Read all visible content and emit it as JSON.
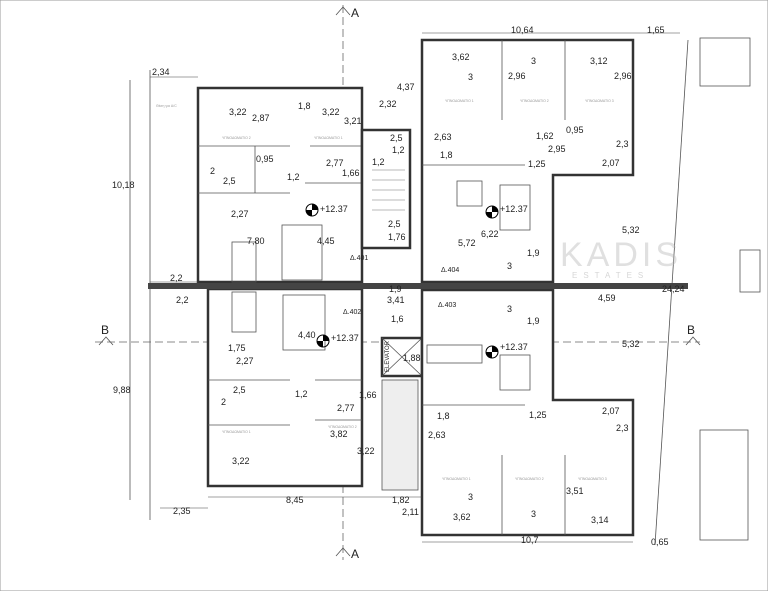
{
  "plan": {
    "section_labels": [
      "A",
      "A",
      "B",
      "B"
    ],
    "room_name": "ΥΠΝΟΔΩΜΑΤΙΟ",
    "room_labels": [
      "ΥΠΝΟΔΩΜΑΤΙΟ 2",
      "ΥΠΝΟΔΩΜΑΤΙΟ 1",
      "ΥΠΝΟΔΩΜΑΤΙΟ 1",
      "ΥΠΝΟΔΩΜΑΤΙΟ 2",
      "ΥΠΝΟΔΩΜΑΤΙΟ 3",
      "ΥΠΝΟΔΩΜΑΤΙΟ 2",
      "ΥΠΝΟΔΩΜΑΤΙΟ 1",
      "ΥΠΝΟΔΩΜΑΤΙΟ 1",
      "ΥΠΝΟΔΩΜΑΤΙΟ 2",
      "ΥΠΝΟΔΩΜΑΤΙΟ 3"
    ],
    "ac_label": "Θέση για A/C",
    "elevator_label": "ELEVATOR",
    "apartments": [
      "Δ.401",
      "Δ.402",
      "Δ.403",
      "Δ.404"
    ],
    "level_marks": [
      "+12.37",
      "+12.37",
      "+12.37",
      "+12.37"
    ],
    "dimensions": [
      "2,34",
      "3,22",
      "2,87",
      "1,8",
      "3,22",
      "3,21",
      "2,32",
      "4,37",
      "0,95",
      "2,77",
      "2",
      "2,5",
      "1,2",
      "1,66",
      "2,27",
      "7,80",
      "4,45",
      "10,18",
      "2,2",
      "2,5",
      "1,2",
      "1,2",
      "2,5",
      "1,76",
      "10,64",
      "1,65",
      "3,62",
      "3",
      "2,96",
      "3",
      "3,12",
      "2,96",
      "2,63",
      "1,8",
      "1,62",
      "0,95",
      "2,95",
      "1,25",
      "2,3",
      "2,07",
      "6,22",
      "5,72",
      "1,9",
      "3",
      "5,32",
      "24,24",
      "1,9",
      "3,41",
      "1,6",
      "1,88",
      "2,2",
      "1,75",
      "4,40",
      "2,27",
      "2,5",
      "2",
      "1,2",
      "2,77",
      "1,66",
      "3,82",
      "3,22",
      "3,22",
      "8,45",
      "1,82",
      "2,35",
      "9,88",
      "4,59",
      "3",
      "1,9",
      "5,32",
      "1,8",
      "2,63",
      "1,25",
      "2,07",
      "2,3",
      "3",
      "3,62",
      "3",
      "3,51",
      "3,14",
      "10,7",
      "0,65",
      "2,11"
    ],
    "watermark": {
      "brand": "KADIS",
      "sub": "ESTATES"
    }
  }
}
